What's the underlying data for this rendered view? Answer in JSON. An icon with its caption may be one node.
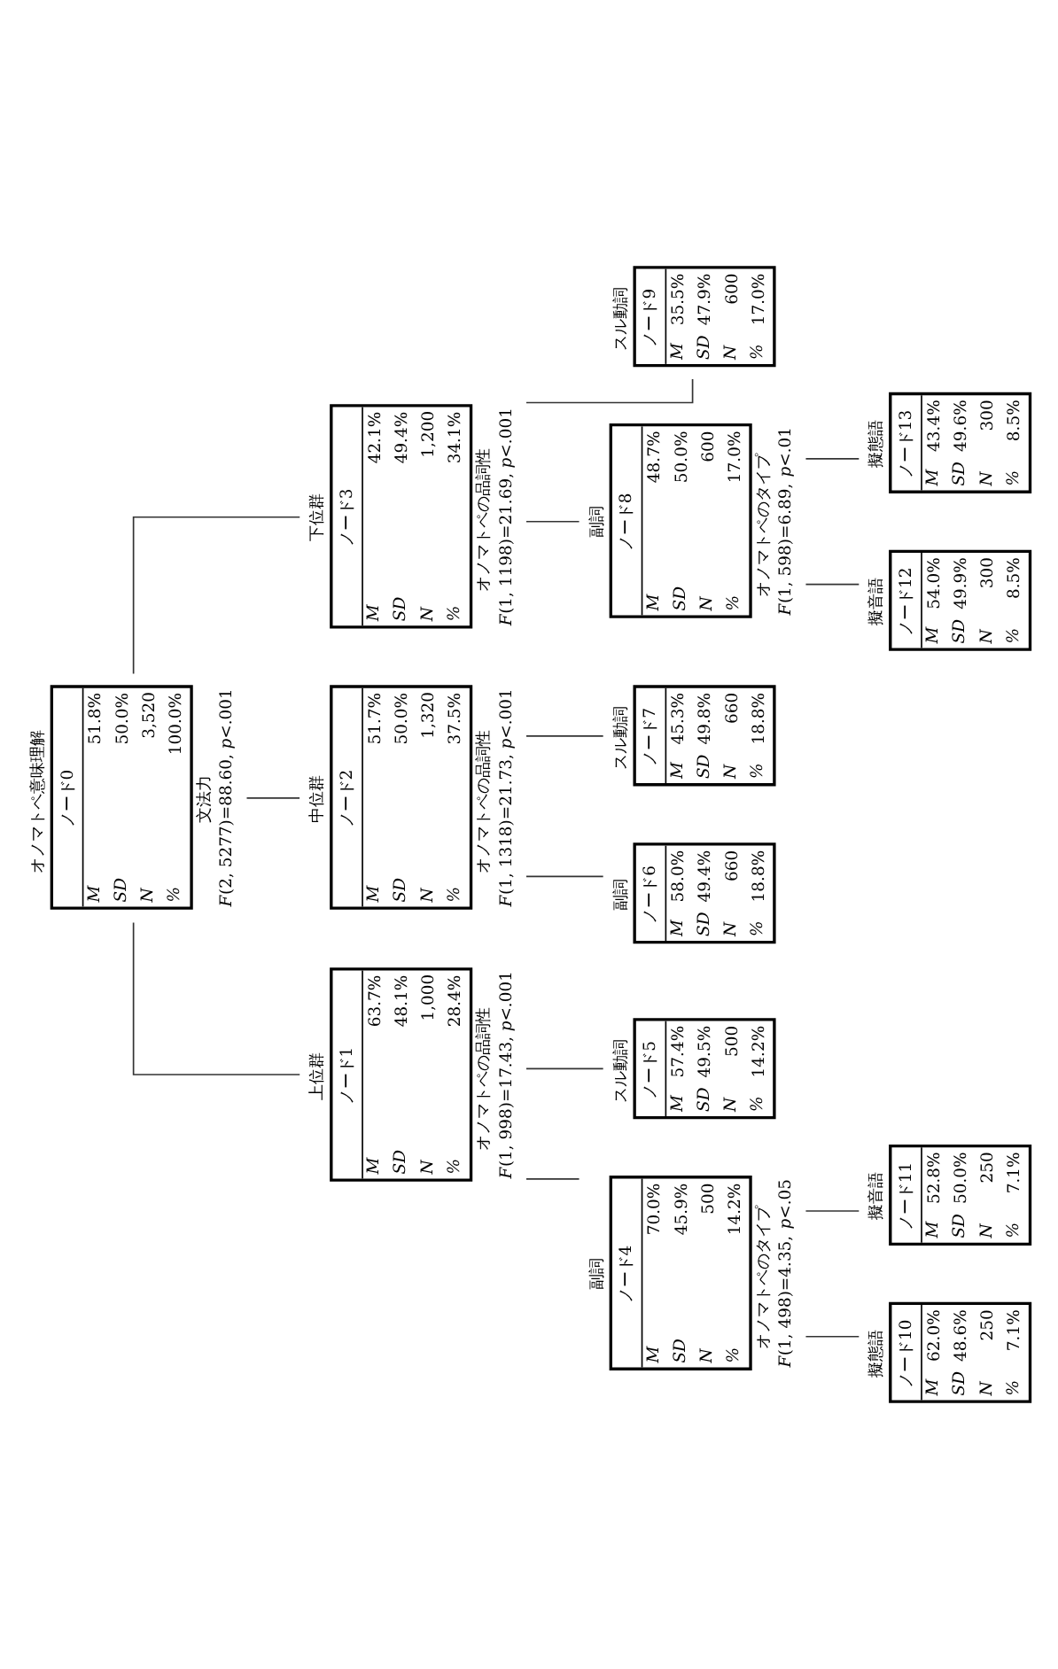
{
  "diagram": {
    "nodes": [
      {
        "text": [
          "オノマトペ意味理解",
          "ノード0",
          "M",
          "51.8%",
          "SD",
          "50.0%",
          "N",
          "3,520",
          "%",
          "100.0%"
        ],
        "beside": [
          "文法力",
          "*F*(2, 5277)=88.60, *p*<.001"
        ]
      },
      {
        "text": [
          "上位群",
          "ノード1",
          "M",
          "63.7%",
          "SD",
          "48.1%",
          "N",
          "1,000",
          "%",
          "28.4%"
        ],
        "beside": [
          "オノマトペの品詞性",
          "*F*(1, 998)=17.43, *p*<.001"
        ]
      },
      {
        "text": [
          "中位群",
          "ノード2",
          "M",
          "51.7%",
          "SD",
          "50.0%",
          "N",
          "1,320",
          "%",
          "37.5%"
        ],
        "beside": [
          "オノマトペの品詞性",
          "*F*(1, 1318)=21.73, *p*<.001"
        ]
      },
      {
        "text": [
          "下位群",
          "ノード3",
          "M",
          "42.1%",
          "SD",
          "49.4%",
          "N",
          "1,200",
          "%",
          "34.1%"
        ],
        "beside": [
          "オノマトペの品詞性",
          "*F*(1, 1198)=21.69, *p*<.001"
        ]
      },
      {
        "text": [
          "副詞",
          "ノード4",
          "M",
          "70.0%",
          "SD",
          "45.9%",
          "N",
          "500",
          "%",
          "14.2%"
        ],
        "beside": [
          "オノマトペのタイプ",
          "*F*(1, 498)=4.35, *p*<.05"
        ]
      },
      {
        "text": [
          "スル動詞",
          "ノード5",
          "M",
          "57.4%",
          "SD",
          "49.5%",
          "N",
          "500",
          "%",
          "14.2%"
        ]
      },
      {
        "text": [
          "副詞",
          "ノード6",
          "M",
          "58.0%",
          "SD",
          "49.4%",
          "N",
          "660",
          "%",
          "18.8%"
        ]
      },
      {
        "text": [
          "スル動詞",
          "ノード7",
          "M",
          "45.3%",
          "SD",
          "49.8%",
          "N",
          "660",
          "%",
          "18.8%"
        ]
      },
      {
        "text": [
          "副詞",
          "ノード8",
          "M",
          "48.7%",
          "SD",
          "50.0%",
          "N",
          "600",
          "%",
          "17.0%"
        ],
        "beside": [
          "オノマトペのタイプ",
          "*F*(1, 598)=6.89, *p*<.01"
        ]
      },
      {
        "text": [
          "スル動詞",
          "ノード9",
          "M",
          "35.5%",
          "SD",
          "47.9%",
          "N",
          "600",
          "%",
          "17.0%"
        ]
      },
      {
        "text": [
          "擬態語",
          "ノード10",
          "M",
          "62.0%",
          "SD",
          "48.6%",
          "N",
          "250",
          "%",
          "7.1%"
        ]
      },
      {
        "text": [
          "擬音語",
          "ノード11",
          "M",
          "52.8%",
          "SD",
          "50.0%",
          "N",
          "250",
          "%",
          "7.1%"
        ]
      },
      {
        "text": [
          "擬音語",
          "ノード12",
          "M",
          "54.0%",
          "SD",
          "49.9%",
          "N",
          "300",
          "%",
          "8.5%"
        ]
      },
      {
        "text": [
          "擬態語",
          "ノード13",
          "M",
          "43.4%",
          "SD",
          "49.6%",
          "N",
          "300",
          "%",
          "8.5%"
        ]
      }
    ],
    "edges": [
      {
        "from": 0,
        "to": 1,
        "arrow": "none"
      },
      {
        "from": 0,
        "to": 2,
        "arrow": "none"
      },
      {
        "from": 0,
        "to": 3,
        "arrow": "none"
      },
      {
        "from": 1,
        "to": 4,
        "arrow": "none"
      },
      {
        "from": 1,
        "to": 5,
        "arrow": "none"
      },
      {
        "from": 2,
        "to": 6,
        "arrow": "none"
      },
      {
        "from": 2,
        "to": 7,
        "arrow": "none"
      },
      {
        "from": 3,
        "to": 8,
        "arrow": "none"
      },
      {
        "from": 3,
        "to": 9,
        "arrow": "none"
      },
      {
        "from": 4,
        "to": 10,
        "arrow": "none"
      },
      {
        "from": 4,
        "to": 11,
        "arrow": "none"
      },
      {
        "from": 8,
        "to": 12,
        "arrow": "none"
      },
      {
        "from": 8,
        "to": 13,
        "arrow": "none"
      }
    ]
  }
}
